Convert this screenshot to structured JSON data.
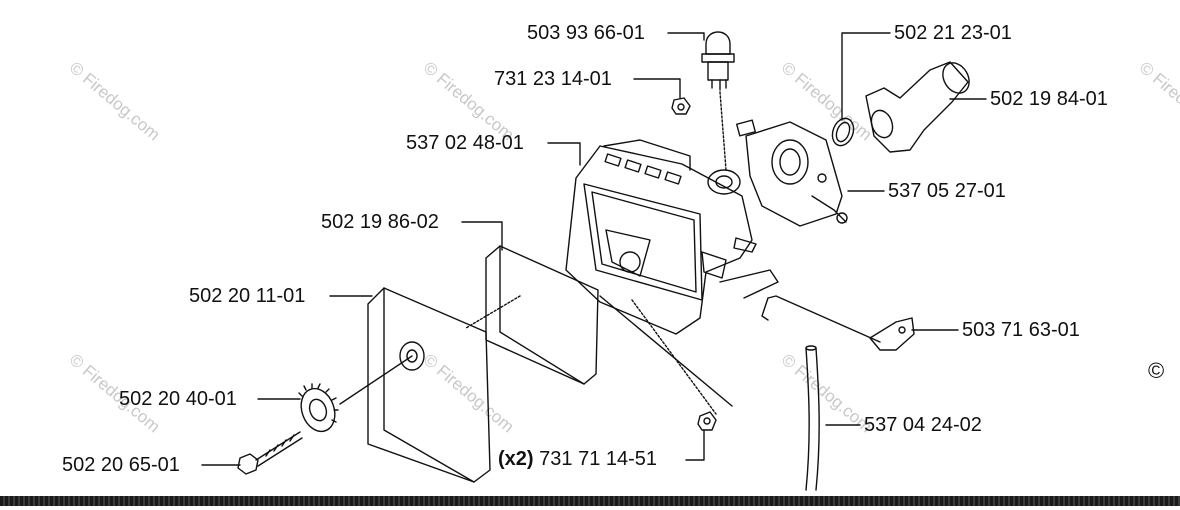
{
  "labels": {
    "primer_bulb": "503 93 66-01",
    "nut_top": "731 23 14-01",
    "carb_gasket": "502 21 23-01",
    "intake_elbow": "502 19 84-01",
    "filter_holder": "537 02 48-01",
    "carburetor": "537 05 27-01",
    "pre_filter": "502 19 86-02",
    "air_filter_cover": "502 20 11-01",
    "throttle_rod": "503 71 63-01",
    "knob": "502 20 40-01",
    "fuel_hose": "537 04 24-02",
    "bolt": "502 20 65-01",
    "nut_bottom_qty": "(x2)",
    "nut_bottom": "731 71 14-51"
  },
  "watermark": {
    "text": "© Firedog.com",
    "copyright_symbol": "©"
  },
  "colors": {
    "line": "#111111",
    "watermark": "#c8c8c8",
    "background": "#ffffff"
  }
}
